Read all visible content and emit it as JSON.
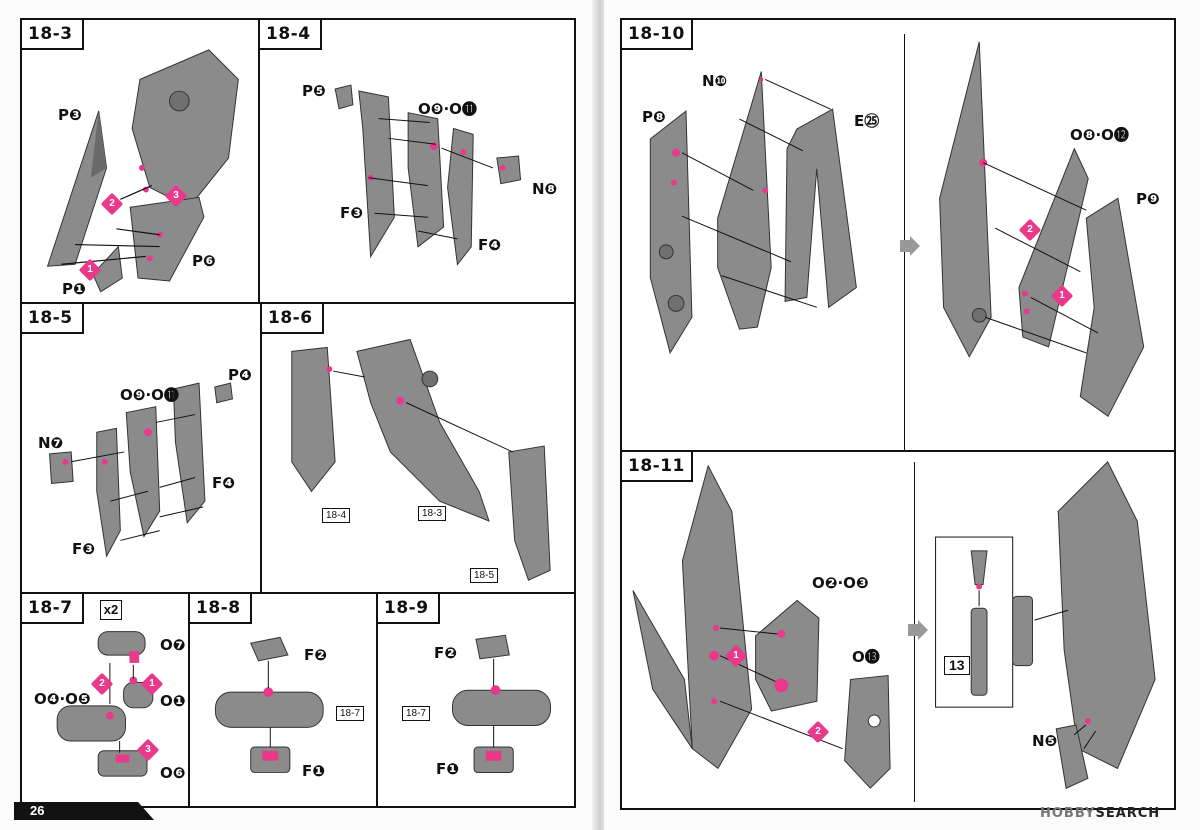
{
  "page_number": "26",
  "watermark": {
    "prefix": "HOBBY",
    "suffix": "SEARCH"
  },
  "colors": {
    "part": "#8b8b8b",
    "part_dark": "#5e5e5e",
    "joint": "#e8398a",
    "line": "#111111"
  },
  "panels": {
    "s18_3": {
      "step": "18-3",
      "labels": {
        "p3": "P❸",
        "p6": "P❻",
        "p1": "P❶"
      },
      "markers": [
        "1",
        "2",
        "3"
      ]
    },
    "s18_4": {
      "step": "18-4",
      "labels": {
        "p5": "P❺",
        "o9o11": "O❾·O⓫",
        "f3": "F❸",
        "n8": "N❽",
        "f4": "F❹"
      }
    },
    "s18_5": {
      "step": "18-5",
      "labels": {
        "o9o11": "O❾·O⓫",
        "p4": "P❹",
        "n7": "N❼",
        "f4": "F❹",
        "f3": "F❸"
      }
    },
    "s18_6": {
      "step": "18-6",
      "refs": {
        "a": "18-4",
        "b": "18-3",
        "c": "18-5"
      }
    },
    "s18_7": {
      "step": "18-7",
      "multiplier": "x2",
      "labels": {
        "o7": "O❼",
        "o4o5": "O❹·O❺",
        "o1": "O❶",
        "o6": "O❻"
      },
      "markers": [
        "1",
        "2",
        "3"
      ]
    },
    "s18_8": {
      "step": "18-8",
      "labels": {
        "f2": "F❷",
        "f1": "F❶"
      },
      "refs": {
        "a": "18-7"
      }
    },
    "s18_9": {
      "step": "18-9",
      "labels": {
        "f2": "F❷",
        "f1": "F❶"
      },
      "refs": {
        "a": "18-7"
      }
    },
    "s18_10": {
      "step": "18-10",
      "labels": {
        "n10": "N❿",
        "p8": "P❽",
        "e25": "E㉕",
        "o8o12": "O❽·O⓬",
        "p9": "P❾"
      },
      "markers": [
        "1",
        "2"
      ]
    },
    "s18_11": {
      "step": "18-11",
      "labels": {
        "o2o3": "O❷·O❸",
        "o13": "O⓭",
        "n5": "N❺"
      },
      "sub_ref": "13",
      "markers": [
        "1",
        "2"
      ]
    }
  }
}
